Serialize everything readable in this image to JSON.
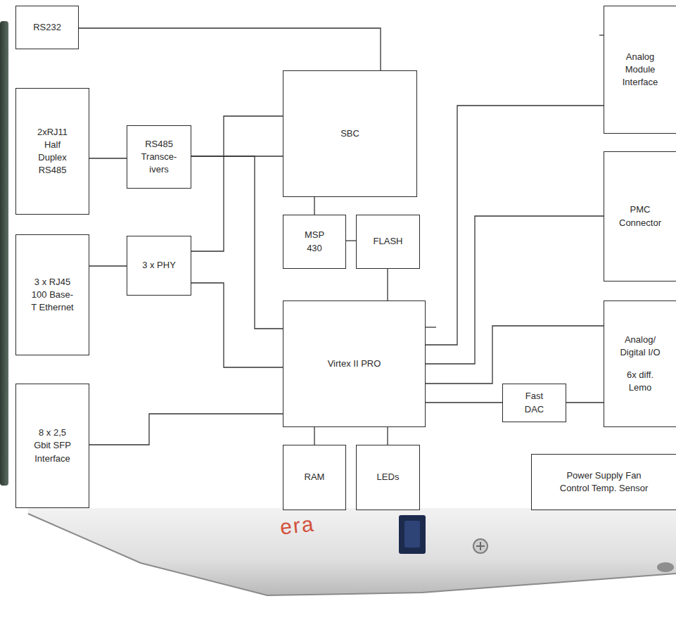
{
  "diagram": {
    "nodes": [
      {
        "text": [
          "RS232"
        ]
      },
      {
        "text": [
          "2xRJ11 Half Duplex RS485"
        ]
      },
      {
        "text": [
          "RS485 Transce- ivers"
        ]
      },
      {
        "text": [
          "3 x RJ45 100 Base-T Ethernet"
        ]
      },
      {
        "text": [
          "3 x PHY"
        ]
      },
      {
        "text": [
          "8 x 2,5 Gbit SFP Interface"
        ]
      },
      {
        "text": [
          "SBC"
        ]
      },
      {
        "text": [
          "MSP 430"
        ]
      },
      {
        "text": [
          "FLASH"
        ]
      },
      {
        "text": [
          "Virtex II PRO"
        ]
      },
      {
        "text": [
          "RAM"
        ]
      },
      {
        "text": [
          "LEDs"
        ]
      },
      {
        "text": [
          "Analog Module Interface"
        ]
      },
      {
        "text": [
          "PMC Connector"
        ]
      },
      {
        "text": [
          "Analog/ Digital I/O",
          "6x diff. Lemo"
        ]
      },
      {
        "text": [
          "Fast DAC"
        ]
      },
      {
        "text": [
          "Power Supply Fan Control Temp. Sensor"
        ]
      }
    ],
    "edges": [
      {
        "from": 0,
        "to": 6,
        "arrow": "none"
      },
      {
        "from": 1,
        "to": 2,
        "arrow": "none"
      },
      {
        "from": 2,
        "to": 6,
        "arrow": "none"
      },
      {
        "from": 2,
        "to": 9,
        "arrow": "none"
      },
      {
        "from": 3,
        "to": 4,
        "arrow": "none"
      },
      {
        "from": 4,
        "to": 6,
        "arrow": "none"
      },
      {
        "from": 4,
        "to": 9,
        "arrow": "none"
      },
      {
        "from": 5,
        "to": 9,
        "arrow": "none"
      },
      {
        "from": 6,
        "to": 7,
        "arrow": "none"
      },
      {
        "from": 7,
        "to": 8,
        "arrow": "none"
      },
      {
        "from": 8,
        "to": 9,
        "arrow": "none"
      },
      {
        "from": 9,
        "to": 10,
        "arrow": "none"
      },
      {
        "from": 9,
        "to": 11,
        "arrow": "none"
      },
      {
        "from": 9,
        "to": 12,
        "arrow": "none"
      },
      {
        "from": 9,
        "to": 13,
        "arrow": "none"
      },
      {
        "from": 9,
        "to": 14,
        "arrow": "none"
      },
      {
        "from": 9,
        "to": 15,
        "arrow": "none"
      },
      {
        "from": 15,
        "to": 14,
        "arrow": "none"
      }
    ],
    "labels": [
      "era"
    ]
  }
}
